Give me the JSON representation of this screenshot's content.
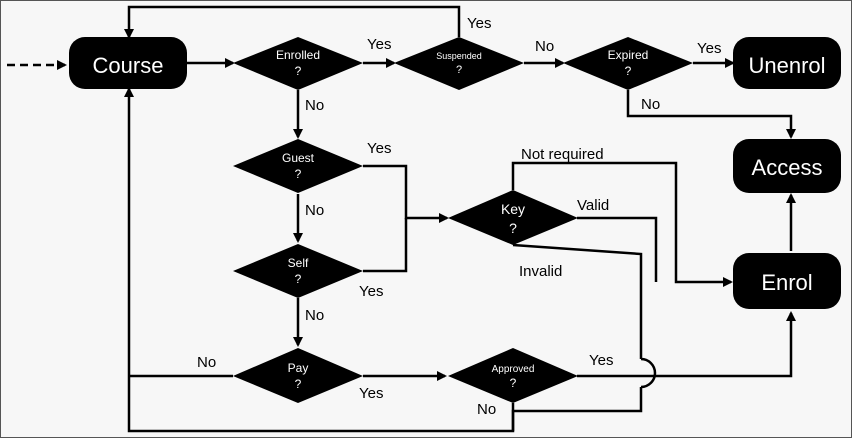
{
  "nodes": {
    "course": "Course",
    "enrolled": [
      "Enrolled",
      "?"
    ],
    "suspended": [
      "Suspended",
      "?"
    ],
    "expired": [
      "Expired",
      "?"
    ],
    "unenrol": "Unenrol",
    "guest": [
      "Guest",
      "?"
    ],
    "self": [
      "Self",
      "?"
    ],
    "pay": [
      "Pay",
      "?"
    ],
    "key": [
      "Key",
      "?"
    ],
    "approved": [
      "Approved",
      "?"
    ],
    "access": "Access",
    "enrol": "Enrol"
  },
  "edges": {
    "enrolled_yes": "Yes",
    "enrolled_no": "No",
    "suspended_yes": "Yes",
    "suspended_no": "No",
    "expired_yes": "Yes",
    "expired_no": "No",
    "guest_yes": "Yes",
    "guest_no": "No",
    "self_yes": "Yes",
    "self_no": "No",
    "pay_yes": "Yes",
    "pay_no": "No",
    "key_not_required": "Not required",
    "key_valid": "Valid",
    "key_invalid": "Invalid",
    "approved_yes": "Yes",
    "approved_no": "No"
  }
}
